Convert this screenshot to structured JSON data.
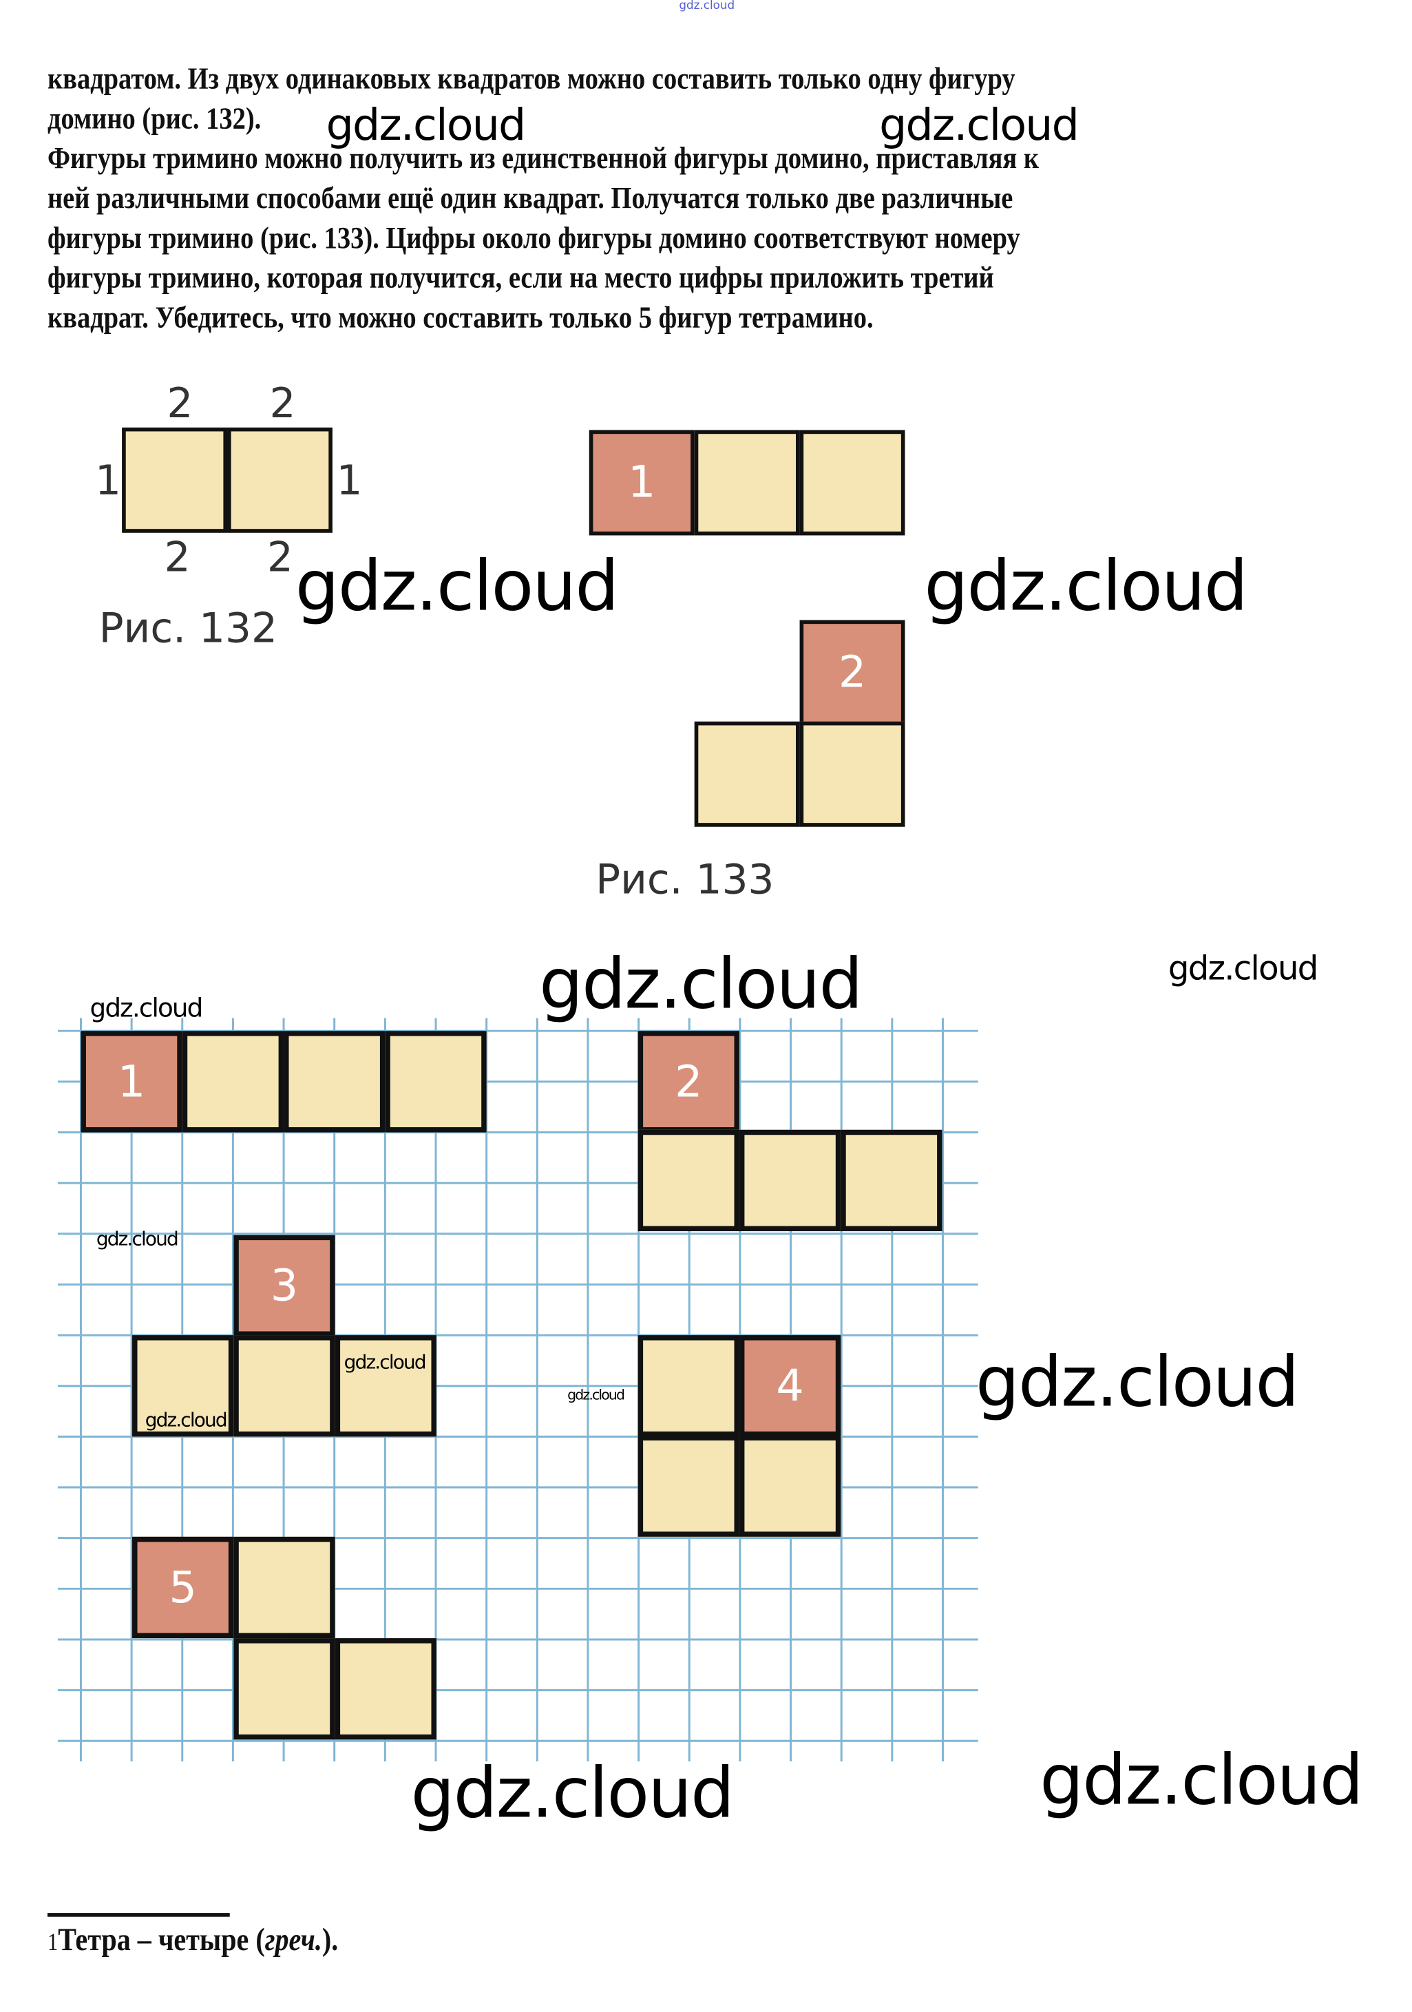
{
  "header_watermark": "gdz.cloud",
  "paragraph": {
    "lines": [
      "квадратом. Из двух одинаковых квадратов можно составить только одну фигуру",
      "домино (рис. 132).",
      "Фигуры тримино можно получить из единственной фигуры домино, приставляя к",
      "ней различными способами ещё один квадрат. Получатся только две различные",
      "фигуры тримино (рис. 133). Цифры около фигуры домино соответствуют номеру",
      "фигуры тримино, которая получится, если на место цифры приложить третий",
      "квадрат. Убедитесь, что можно составить только 5 фигур тетрамино."
    ]
  },
  "fig132": {
    "caption": "Рис. 132",
    "labels_top": [
      "2",
      "2"
    ],
    "labels_bottom": [
      "2",
      "2"
    ],
    "label_left": "1",
    "label_right": "1"
  },
  "fig133": {
    "caption": "Рис. 133",
    "numbers": [
      "1",
      "2"
    ]
  },
  "tetromino_numbers": [
    "1",
    "2",
    "3",
    "4",
    "5"
  ],
  "watermarks": [
    "gdz.cloud",
    "gdz.cloud",
    "gdz.cloud",
    "gdz.cloud",
    "gdz.cloud",
    "gdz.cloud",
    "gdz.cloud",
    "gdz.cloud",
    "gdz.cloud",
    "gdz.cloud",
    "gdz.cloud",
    "gdz.cloud",
    "gdz.cloud",
    "gdz.cloud"
  ],
  "footnote": {
    "marker": "1",
    "text": "Тетра – четыре (",
    "italic": "греч.",
    "end": ")."
  },
  "colors": {
    "red_square": "#d9907a",
    "cream_square": "#f6e6b6",
    "grid": "#7fb6d6"
  }
}
